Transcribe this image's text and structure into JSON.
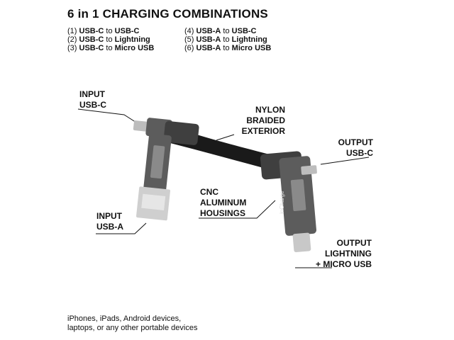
{
  "title": "6 in 1 CHARGING COMBINATIONS",
  "combinations_left": [
    {
      "num": "(1)",
      "from": "USB-C",
      "to": "USB-C"
    },
    {
      "num": "(2)",
      "from": "USB-C",
      "to": "Lightning"
    },
    {
      "num": "(3)",
      "from": "USB-C",
      "to": "Micro USB"
    }
  ],
  "combinations_right": [
    {
      "num": "(4)",
      "from": "USB-A",
      "to": "USB-C"
    },
    {
      "num": "(5)",
      "from": "USB-A",
      "to": "Lightning"
    },
    {
      "num": "(6)",
      "from": "USB-A",
      "to": "Micro USB"
    }
  ],
  "connector_word": "to",
  "labels": {
    "input_usbc": [
      "INPUT",
      "USB-C"
    ],
    "nylon": [
      "NYLON",
      "BRAIDED",
      "EXTERIOR"
    ],
    "output_usbc": [
      "OUTPUT",
      "USB-C"
    ],
    "cnc": [
      "CNC",
      "ALUMINUM",
      "HOUSINGS"
    ],
    "input_usba": [
      "INPUT",
      "USB-A"
    ],
    "output_lightning": [
      "OUTPUT",
      "LIGHTNING",
      "+ MICRO USB"
    ]
  },
  "brand": "inCharge",
  "footer": [
    "iPhones, iPads, Android devices,",
    "laptops, or any other portable devices"
  ],
  "colors": {
    "housing": "#5c5c5c",
    "cable": "#1a1a1a",
    "metal": "#c8c8c8"
  }
}
